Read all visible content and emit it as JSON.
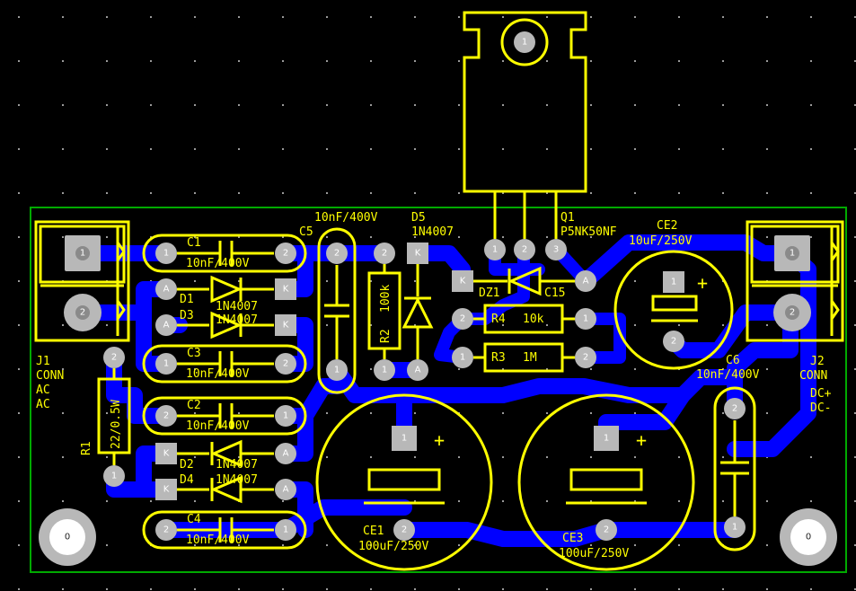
{
  "colors": {
    "background": "#000000",
    "outline": "#00aa00",
    "silkscreen": "#ffff00",
    "copper": "#0000ff",
    "pad": "#b8b8b8",
    "grid": "#9a9a9a"
  },
  "components": {
    "j1": {
      "ref": "J1",
      "value": "CONN",
      "net1": "AC",
      "net2": "AC",
      "pad1": "1",
      "pad2": "2"
    },
    "j2": {
      "ref": "J2",
      "value": "CONN",
      "net1": "DC+",
      "net2": "DC-",
      "pad1": "1",
      "pad2": "2"
    },
    "c1": {
      "ref": "C1",
      "value": "10nF/400V"
    },
    "c2": {
      "ref": "C2",
      "value": "10nF/400V"
    },
    "c3": {
      "ref": "C3",
      "value": "10nF/400V"
    },
    "c4": {
      "ref": "C4",
      "value": "10nF/400V"
    },
    "c5": {
      "ref": "C5",
      "value": "10nF/400V"
    },
    "c6": {
      "ref": "C6",
      "value": "10nF/400V"
    },
    "c15": {
      "ref": "C15"
    },
    "d1": {
      "ref": "D1",
      "value": "1N4007"
    },
    "d2": {
      "ref": "D2",
      "value": "1N4007"
    },
    "d3": {
      "ref": "D3",
      "value": "1N4007"
    },
    "d4": {
      "ref": "D4",
      "value": "1N4007"
    },
    "d5": {
      "ref": "D5",
      "value": "1N4007"
    },
    "dz1": {
      "ref": "DZ1"
    },
    "r1": {
      "ref": "R1",
      "value": "22/0.5W"
    },
    "r2": {
      "ref": "R2",
      "value": "100k"
    },
    "r3": {
      "ref": "R3",
      "value": "1M"
    },
    "r4": {
      "ref": "R4",
      "value": "10k"
    },
    "q1": {
      "ref": "Q1",
      "value": "P5NK50NF"
    },
    "ce1": {
      "ref": "CE1",
      "value": "100uF/250V"
    },
    "ce2": {
      "ref": "CE2",
      "value": "10uF/250V"
    },
    "ce3": {
      "ref": "CE3",
      "value": "100uF/250V"
    },
    "mount": {
      "label": "0"
    }
  },
  "pad_labels": {
    "one": "1",
    "two": "2",
    "anode": "A",
    "cathode": "K",
    "plus": "+"
  }
}
